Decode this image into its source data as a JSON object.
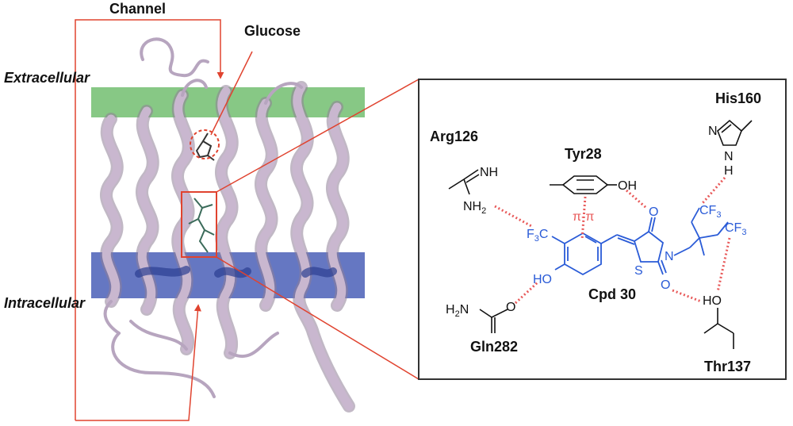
{
  "labels": {
    "channel": "Channel",
    "glucose": "Glucose",
    "extracellular": "Extracellular",
    "intracellular": "Intracellular"
  },
  "inset": {
    "residues": {
      "arg": "Arg126",
      "tyr": "Tyr28",
      "his": "His160",
      "gln": "Gln282",
      "thr": "Thr137"
    },
    "compound": "Cpd 30",
    "interaction": "π-π",
    "atoms": {
      "nh": "NH",
      "nh2_left": "NH",
      "nh2_sub": "2",
      "oh_tyr": "OH",
      "f3c": "F",
      "f3c_sub": "3",
      "f3c_c": "C",
      "cf3a_c": "CF",
      "cf3a_sub": "3",
      "cf3b_c": "CF",
      "cf3b_sub": "3",
      "ho_ring": "HO",
      "o_top": "O",
      "s_ring": "S",
      "n_ring": "N",
      "o_bottom": "O",
      "h2n_h": "H",
      "h2n_sub": "2",
      "h2n_n": "N",
      "o_gln": "O",
      "ho_thr": "HO",
      "n_his": "N",
      "nh_his_n": "N",
      "nh_his_h": "H"
    }
  },
  "colors": {
    "protein": "#c9b7cf",
    "protein_stroke": "#8f7f97",
    "extracellular_band": "#5fb65c",
    "intracellular_band": "#3f55b3",
    "callout": "#e0432f",
    "compound": "#2a5bd7",
    "hbond": "#e85a5a"
  }
}
